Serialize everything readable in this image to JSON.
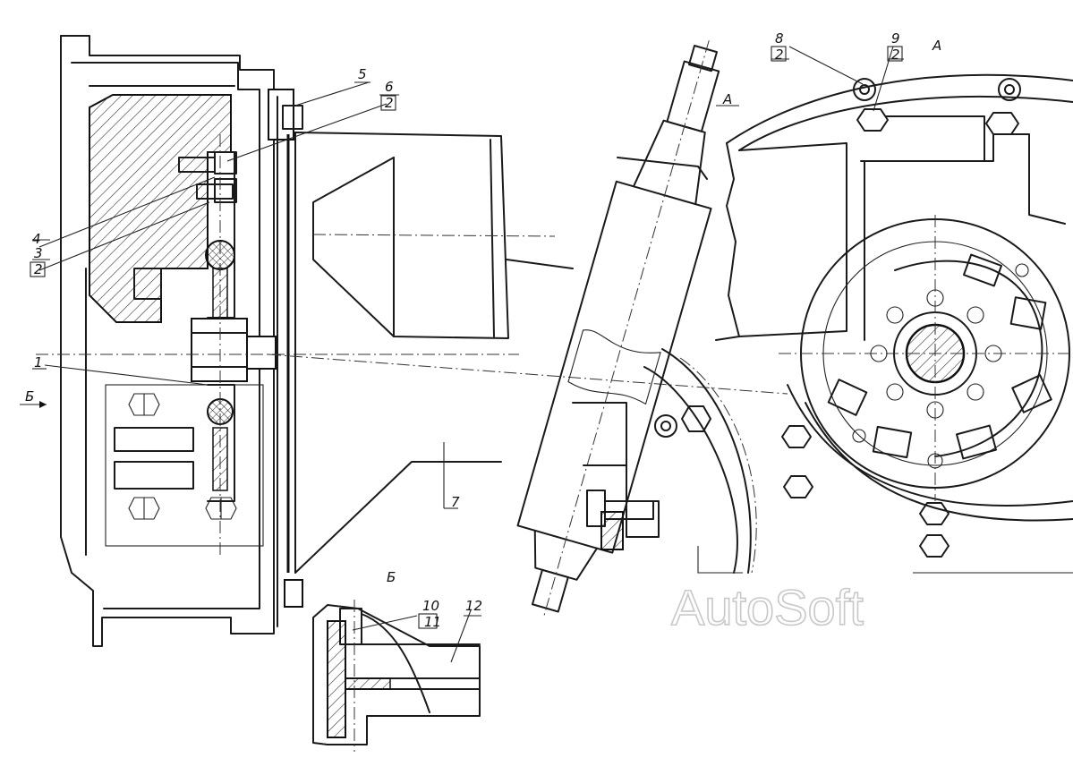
{
  "callouts": {
    "c1": "1",
    "c3": {
      "num": "3",
      "den": "2"
    },
    "c4": "4",
    "c5": "5",
    "c6": {
      "num": "6",
      "den": "2"
    },
    "c7": "7",
    "c8": {
      "num": "8",
      "den": "2"
    },
    "c9": {
      "num": "9",
      "den": "2"
    },
    "c10": {
      "num": "10",
      "den": "11"
    },
    "c12": "12"
  },
  "views": {
    "view_a_main": "А",
    "view_a_arrow": "А",
    "view_b_main": "Б",
    "view_b_arrow": "Б"
  },
  "watermark": "AutoSoft"
}
